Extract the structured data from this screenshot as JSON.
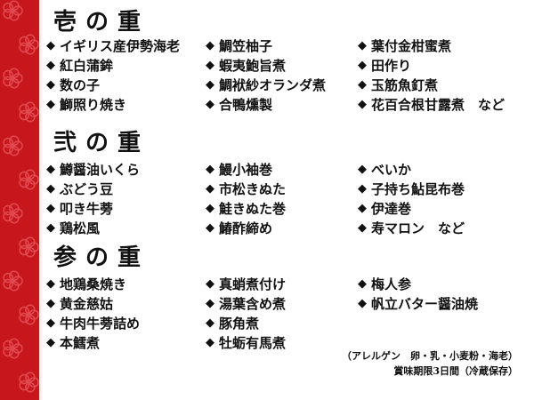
{
  "bullet_glyph": "◆",
  "colors": {
    "ribbon": "#c8161d",
    "text": "#111111",
    "background": "#ffffff"
  },
  "tiers": [
    {
      "title": "壱の重",
      "columns": [
        [
          "イギリス産伊勢海老",
          "紅白蒲鉾",
          "数の子",
          "鰤照り焼き"
        ],
        [
          "鯛笠柚子",
          "蝦夷鮑旨煮",
          "鯛袱紗オランダ煮",
          "合鴨燻製"
        ],
        [
          "葉付金柑蜜煮",
          "田作り",
          "玉筋魚釘煮",
          "花百合根甘露煮　など"
        ]
      ]
    },
    {
      "title": "弐の重",
      "columns": [
        [
          "鱒醤油いくら",
          "ぶどう豆",
          "叩き牛蒡",
          "鶏松風"
        ],
        [
          "鰻小袖巻",
          "市松きぬた",
          "鮭きぬた巻",
          "鰆酢締め"
        ],
        [
          "べいか",
          "子持ち鮎昆布巻",
          "伊達巻",
          "寿マロン　など"
        ]
      ]
    },
    {
      "title": "参の重",
      "columns": [
        [
          "地鶏桑焼き",
          "黄金慈姑",
          "牛肉牛蒡詰め",
          "本鱈煮"
        ],
        [
          "真蛸煮付け",
          "湯葉含め煮",
          "豚角煮",
          "牡蛎有馬煮"
        ],
        [
          "梅人参",
          "帆立バター醤油焼"
        ]
      ]
    }
  ],
  "notes": {
    "allergen": "（アレルゲン　卵・乳・小麦粉・海老）",
    "expiry": "賞味期限3日間（冷蔵保存）"
  }
}
